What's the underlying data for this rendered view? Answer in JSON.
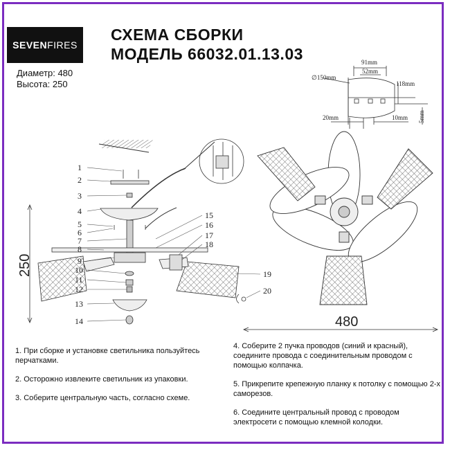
{
  "brand": {
    "part1": "SEVEN",
    "part2": "FIRES"
  },
  "title": {
    "line1": "СХЕМА СБОРКИ",
    "line2": "МОДЕЛЬ 66032.01.13.03"
  },
  "specs": {
    "diameter": "Диаметр: 480",
    "height": "Высота: 250"
  },
  "dimensions": {
    "height": "250",
    "width": "480"
  },
  "part_numbers": [
    "1",
    "2",
    "3",
    "4",
    "5",
    "6",
    "7",
    "8",
    "9",
    "10",
    "11",
    "12",
    "13",
    "14",
    "15",
    "16",
    "17",
    "18",
    "19",
    "20"
  ],
  "detail_dims": {
    "d150": "∅150mm",
    "d91": "91mm",
    "d52": "52mm",
    "d118": "118mm",
    "d20": "20mm",
    "d10": "10mm",
    "d5": "5mm"
  },
  "instructions_left": [
    "1. При сборке и установке светильника пользуйтесь перчатками.",
    "2. Осторожно извлеките светильник из упаковки.",
    "3. Соберите центральную часть, согласно схеме."
  ],
  "instructions_right": [
    "4. Соберите 2 пучка проводов (синий и красный), соедините провода с соединительным проводом с помощью колпачка.",
    "5. Прикрепите крепежную планку к потолку с помощью 2-х саморезов.",
    "6. Соедините центральный провод с проводом электросети с помощью клемной колодки."
  ]
}
